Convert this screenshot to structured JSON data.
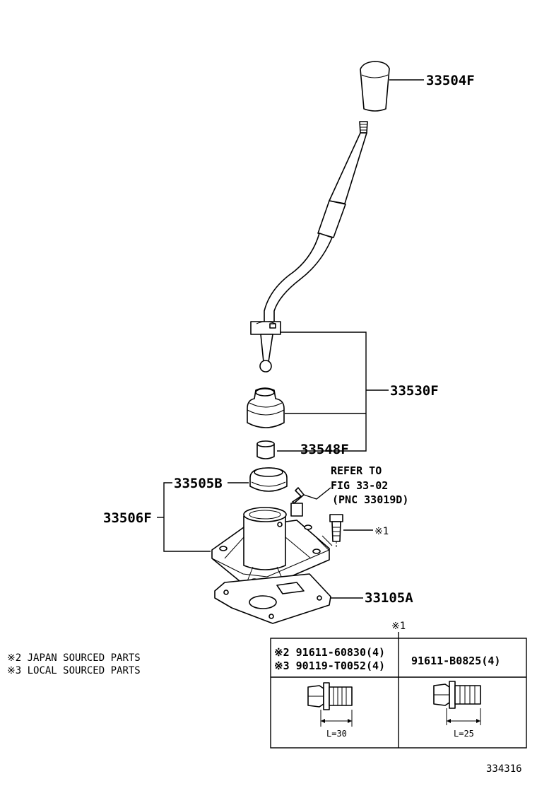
{
  "labels": {
    "knob": "33504F",
    "lever": "33530F",
    "bushing": "33548F",
    "seat": "33505B",
    "retainer": "33506F",
    "gasket": "33105A",
    "refer_line1": "REFER TO",
    "refer_line2": "FIG 33-02",
    "refer_line3": "(PNC 33019D)",
    "bolt_marker": "※1"
  },
  "notes": {
    "note2": "※2 JAPAN SOURCED PARTS",
    "note3": "※3 LOCAL SOURCED PARTS"
  },
  "table": {
    "header_marker": "※1",
    "left_row1": "※2 91611-60830(4)",
    "left_row2": "※3 90119-T0052(4)",
    "right_row1": "91611-B0825(4)",
    "left_length": "L=30",
    "right_length": "L=25"
  },
  "figure_id": "334316"
}
